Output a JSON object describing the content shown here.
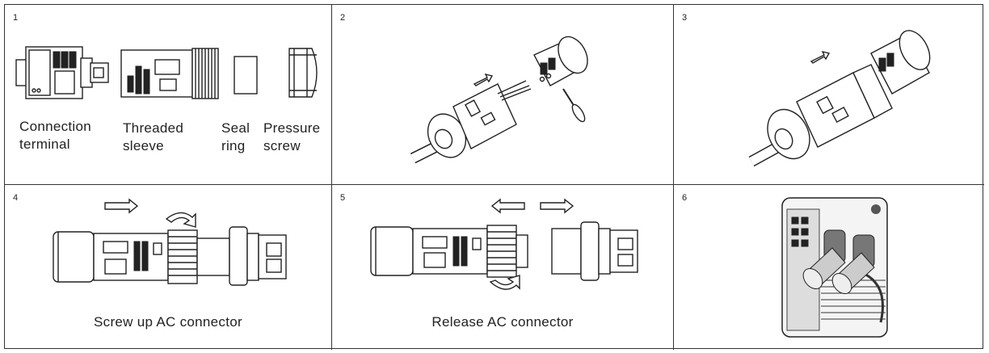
{
  "panels": [
    {
      "number": "1",
      "parts": [
        {
          "line1": "Connection",
          "line2": "terminal"
        },
        {
          "line1": "Threaded",
          "line2": "sleeve"
        },
        {
          "line1": "Seal",
          "line2": "ring"
        },
        {
          "line1": "Pressure",
          "line2": "screw"
        }
      ]
    },
    {
      "number": "2"
    },
    {
      "number": "3"
    },
    {
      "number": "4",
      "caption": "Screw up AC connector"
    },
    {
      "number": "5",
      "caption": "Release AC connector"
    },
    {
      "number": "6"
    }
  ]
}
